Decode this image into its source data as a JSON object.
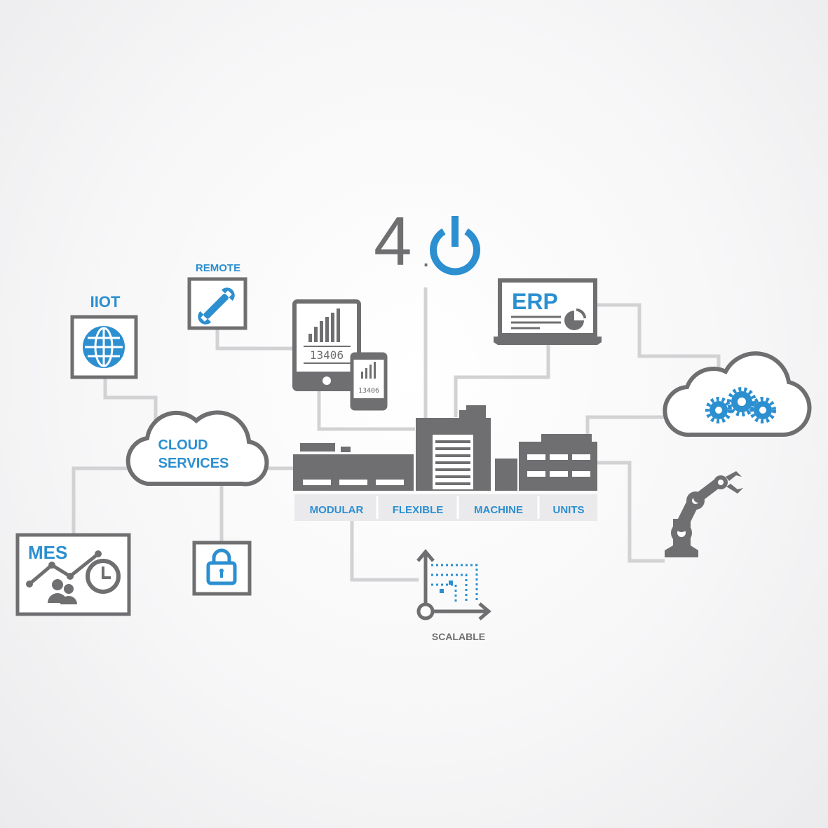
{
  "logo": {
    "number": "4",
    "dot": "."
  },
  "labels": {
    "iiot": "IIOT",
    "remote": "REMOTE",
    "erp": "ERP",
    "cloud_line1": "CLOUD",
    "cloud_line2": "SERVICES",
    "mes": "MES",
    "scalable": "SCALABLE",
    "tablet_number": "13406",
    "phone_number": "13406"
  },
  "factory_strip": [
    "MODULAR",
    "FLEXIBLE",
    "MACHINE",
    "UNITS"
  ],
  "colors": {
    "gray": "#6f6f71",
    "line": "#d2d2d4",
    "blue": "#2b8fd0",
    "white": "#ffffff"
  },
  "icons": [
    "power-icon",
    "globe-icon",
    "wrench-icon",
    "tablet-icon",
    "phone-icon",
    "laptop-icon",
    "pie-chart-icon",
    "cloud-gears-icon",
    "factory-icon",
    "robot-arm-icon",
    "lock-icon",
    "clock-icon",
    "users-icon",
    "scale-axes-icon"
  ]
}
